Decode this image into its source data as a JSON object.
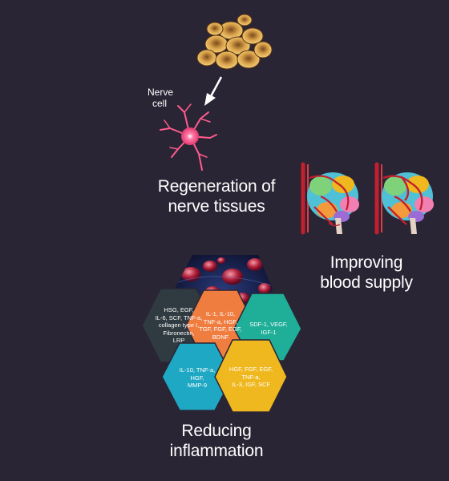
{
  "nerve_cell": {
    "label_line1": "Nerve",
    "label_line2": "cell"
  },
  "regeneration": {
    "line1": "Regeneration of",
    "line2": "nerve tissues"
  },
  "blood_supply": {
    "line1": "Improving",
    "line2": "blood supply"
  },
  "inflammation": {
    "line1": "Reducing",
    "line2": "inflammation"
  },
  "hexagons": [
    {
      "color": "#2f3b40",
      "lines": [
        "HSG, EGF,",
        "IL-6, SCF, TNF-a,",
        "collagen type I,",
        "Fibronectin,",
        "LRP"
      ]
    },
    {
      "color": "#ef7d3f",
      "lines": [
        "IL-1, IL-10,",
        "TNF-a, HGF,",
        "TGF, FGF, EGF,",
        "BDNF"
      ]
    },
    {
      "color": "#1fae98",
      "lines": [
        "SDF-1, VEGF,",
        "IGF-1"
      ]
    },
    {
      "color": "#1ea8c4",
      "lines": [
        "IL-10, TNF-a,",
        "HGF,",
        "MMP-9"
      ]
    },
    {
      "color": "#f0b81f",
      "lines": [
        "HGF, FGF, EGF,",
        "TNF-a,",
        "IL-3, IGF, SCF"
      ]
    }
  ]
}
